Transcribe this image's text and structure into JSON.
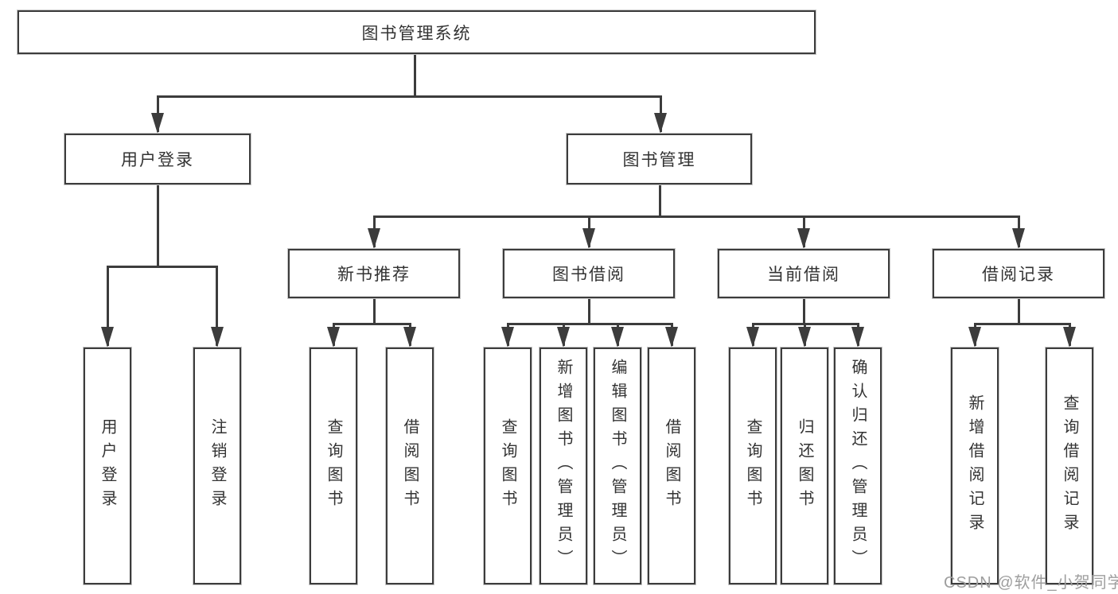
{
  "diagram": {
    "title": "图书管理系统",
    "level2": {
      "user_login": "用户登录",
      "book_management": "图书管理"
    },
    "level3": {
      "new_book_recommend": "新书推荐",
      "book_borrowing": "图书借阅",
      "current_borrowing": "当前借阅",
      "borrow_records": "借阅记录"
    },
    "leaves": {
      "user_login": [
        "用户登录",
        "注销登录"
      ],
      "new_book_recommend": [
        "查询图书",
        "借阅图书"
      ],
      "book_borrowing": [
        "查询图书",
        "新增图书（管理员）",
        "编辑图书（管理员）",
        "借阅图书"
      ],
      "current_borrowing": [
        "查询图书",
        "归还图书",
        "确认归还（管理员）"
      ],
      "borrow_records": [
        "新增借阅记录",
        "查询借阅记录"
      ]
    }
  },
  "watermark": {
    "text": "CSDN @软件_小贺同学"
  },
  "colors": {
    "line": "#3c3c3c",
    "text": "#333333",
    "watermark": "#9e9e9e",
    "background": "#ffffff"
  }
}
